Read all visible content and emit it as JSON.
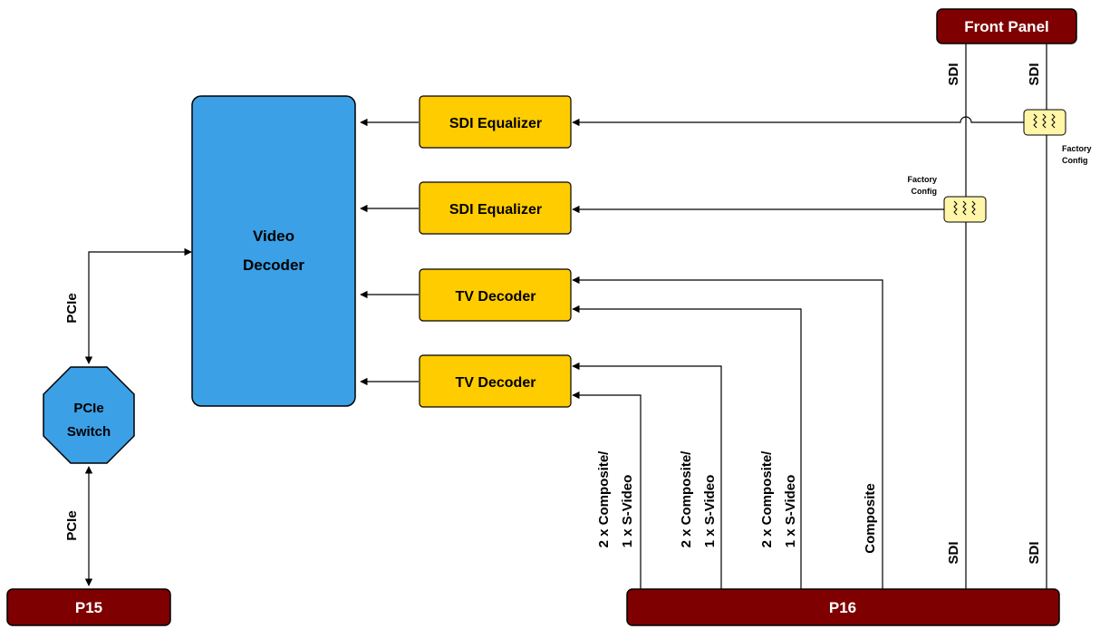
{
  "boxes": {
    "front_panel": "Front Panel",
    "video_decoder_line1": "Video",
    "video_decoder_line2": "Decoder",
    "sdi_equalizer_1": "SDI Equalizer",
    "sdi_equalizer_2": "SDI Equalizer",
    "tv_decoder_1": "TV Decoder",
    "tv_decoder_2": "TV Decoder",
    "pcie_switch_line1": "PCIe",
    "pcie_switch_line2": "Switch",
    "p15": "P15",
    "p16": "P16"
  },
  "labels": {
    "pcie_upper": "PCIe",
    "pcie_lower": "PCIe",
    "sdi_front_1": "SDI",
    "sdi_front_2": "SDI",
    "sdi_p16_1": "SDI",
    "sdi_p16_2": "SDI",
    "composite": "Composite",
    "comp_group_1_line1": "2 x Composite/",
    "comp_group_1_line2": "1 x S-Video",
    "comp_group_2_line1": "2 x Composite/",
    "comp_group_2_line2": "1 x S-Video",
    "comp_group_3_line1": "2 x Composite/",
    "comp_group_3_line2": "1 x S-Video",
    "factory_config_1_line1": "Factory",
    "factory_config_1_line2": "Config",
    "factory_config_2_line1": "Factory",
    "factory_config_2_line2": "Config"
  },
  "colors": {
    "connector": "#7f0000",
    "decoder_blue": "#3ba0e6",
    "component_yellow": "#ffcc00",
    "resistor_fill": "#fff6a8"
  }
}
